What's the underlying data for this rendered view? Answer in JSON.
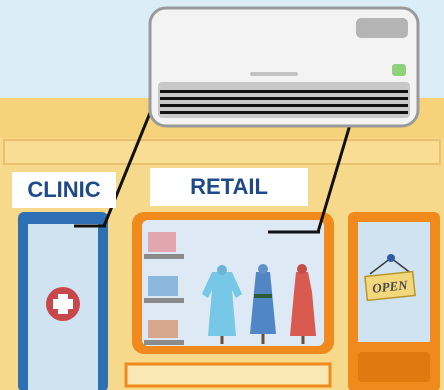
{
  "signs": {
    "clinic": "CLINIC",
    "retail": "RETAIL",
    "open_sign": "OPEN"
  },
  "colors": {
    "sky": "#dbeef8",
    "building": "#f7d98c",
    "clinic_accent": "#2f6fb4",
    "retail_accent": "#f08a1c",
    "sign_text": "#1f4a8a",
    "cross_badge": "#c8474a"
  },
  "icons": {
    "air_conditioner": "air-conditioner-icon",
    "medical_cross": "medical-cross-icon",
    "hanging_open_sign": "open-sign-icon"
  }
}
